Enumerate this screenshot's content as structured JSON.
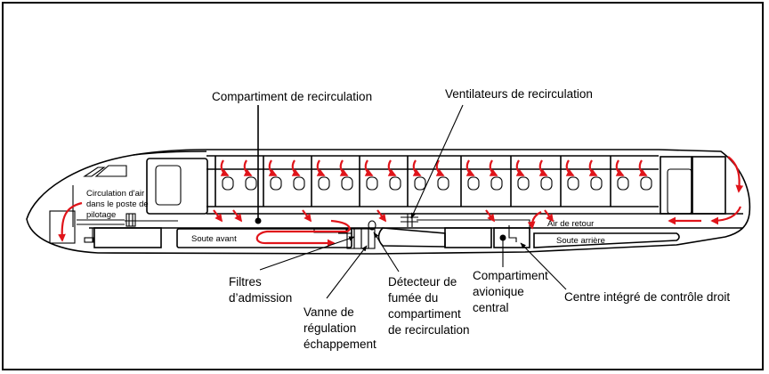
{
  "diagram": {
    "title_labels": {
      "recirculation_compartment": "Compartiment de recirculation",
      "recirculation_fans": "Ventilateurs de recirculation"
    },
    "inner_labels": {
      "cockpit_air": [
        "Circulation d'air",
        "dans le poste de",
        "pilotage"
      ],
      "forward_hold": "Soute avant",
      "return_air": "Air de retour",
      "aft_hold": "Soute arrière"
    },
    "callouts": {
      "intake_filters": [
        "Filtres",
        "d’admission"
      ],
      "exhaust_valve": [
        "Vanne de",
        "régulation",
        "échappement"
      ],
      "smoke_detector": [
        "Détecteur de",
        "fumée du",
        "compartiment",
        "de recirculation"
      ],
      "avionics_bay": [
        "Compartiment",
        "avionique",
        "central"
      ],
      "right_control_center": "Centre intégré de contrôle droit"
    },
    "colors": {
      "airflow": "#e0141a",
      "outline": "#000000"
    }
  }
}
